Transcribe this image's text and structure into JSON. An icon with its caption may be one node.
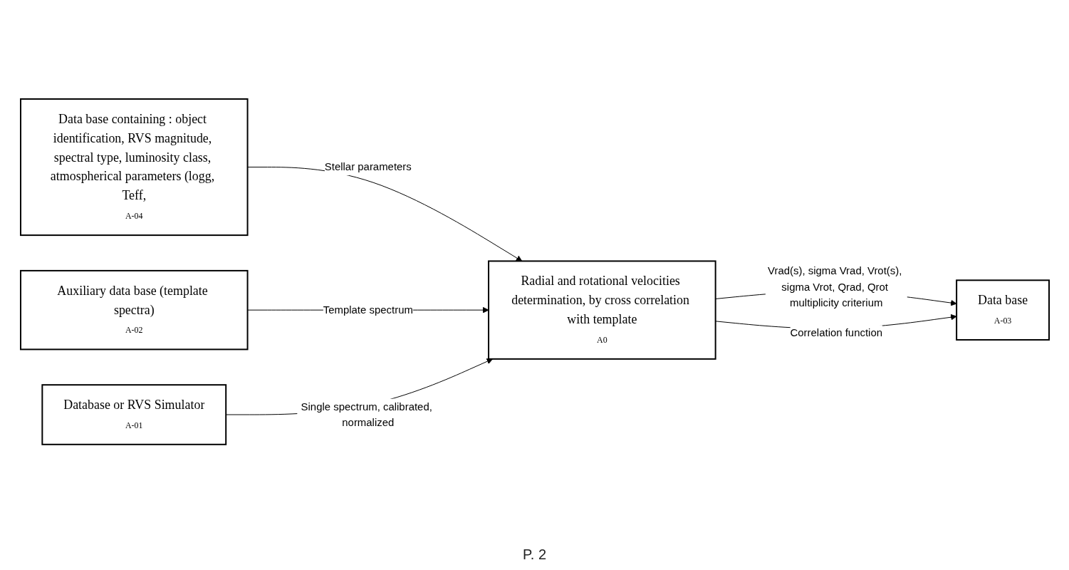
{
  "diagram": {
    "nodes": [
      {
        "text": [
          "Data base containing : object identification, RVS magnitude, spectral type, luminosity class, atmospherical parameters (logg, Teff,",
          "A-04"
        ]
      },
      {
        "text": [
          "Auxiliary data base (template spectra)",
          "A-02"
        ]
      },
      {
        "text": [
          "Database or RVS Simulator",
          "A-01"
        ]
      },
      {
        "text": [
          "Radial and rotational velocities determination, by cross correlation with template",
          "A0"
        ]
      },
      {
        "text": [
          "Data base",
          "A-03"
        ]
      }
    ],
    "edges": [
      {
        "from": 0,
        "to": 3,
        "arrow": "to",
        "label": "Stellar parameters"
      },
      {
        "from": 1,
        "to": 3,
        "arrow": "to",
        "label": "Template spectrum"
      },
      {
        "from": 2,
        "to": 3,
        "arrow": "to",
        "label": "Single spectrum, calibrated, normalized"
      },
      {
        "from": 3,
        "to": 4,
        "arrow": "to",
        "label": "Vrad(s), sigma Vrad, Vrot(s), sigma Vrot, Qrad, Qrot multiplicity criterium"
      },
      {
        "from": 3,
        "to": 4,
        "arrow": "to",
        "label": "Correlation function"
      }
    ],
    "labels": [
      "P. 2"
    ]
  }
}
